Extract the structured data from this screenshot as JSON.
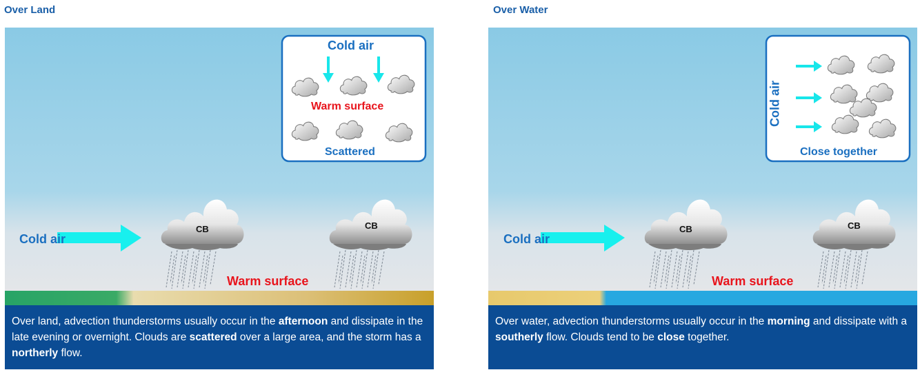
{
  "land": {
    "title": "Over Land",
    "inset": {
      "heading": "Cold air",
      "surface": "Warm surface",
      "pattern": "Scattered"
    },
    "cold_air": "Cold air",
    "storm_label": "CB",
    "surface_label": "Warm surface",
    "caption": [
      {
        "t": "Over land, advection thunderstorms usually occur in the "
      },
      {
        "t": "afternoon",
        "b": true
      },
      {
        "t": " and dissipate in the late evening or overnight. Clouds are "
      },
      {
        "t": "scattered",
        "b": true
      },
      {
        "t": " over a large area, and the storm has a "
      },
      {
        "t": "northerly",
        "b": true
      },
      {
        "t": " flow."
      }
    ]
  },
  "water": {
    "title": "Over Water",
    "inset": {
      "heading": "Cold air",
      "pattern": "Close together"
    },
    "cold_air": "Cold air",
    "storm_label": "CB",
    "surface_label": "Warm surface",
    "caption": [
      {
        "t": "Over water, advection thunderstorms usually occur in the "
      },
      {
        "t": "morning",
        "b": true
      },
      {
        "t": " and dissipate with a "
      },
      {
        "t": "southerly",
        "b": true
      },
      {
        "t": " flow. Clouds tend to be "
      },
      {
        "t": "close",
        "b": true
      },
      {
        "t": " together."
      }
    ]
  },
  "colors": {
    "sky_top": "#8ccae4",
    "sky_bottom": "#e2e6ea",
    "arrow": "#18f0ee",
    "warm_text": "#e8141c",
    "label_blue": "#1a6fc0",
    "caption_bg": "#0b4c94",
    "grass": "#2aa766",
    "sand": "#e8d07a",
    "water": "#27a8e0"
  }
}
